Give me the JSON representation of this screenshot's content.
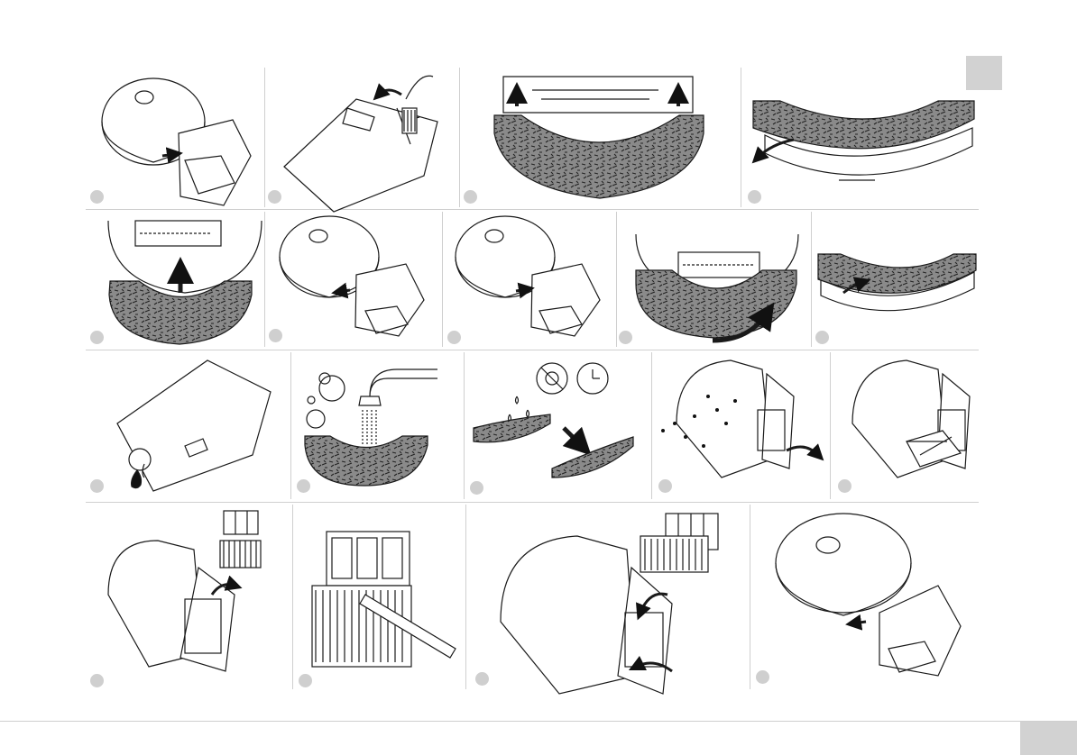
{
  "document": {
    "type": "illustrated instruction sheet",
    "colors": {
      "tab": "#d2d2d2",
      "rule": "#cfcfcf",
      "ink": "#1a1a1a",
      "mop": "#8a8a8a"
    },
    "rows": [
      {
        "panels": [
          "remove-dustbin",
          "brush-clean-dustbin",
          "lift-mop-bracket",
          "detach-mop-tilt"
        ]
      },
      {
        "panels": [
          "attach-mop-underside",
          "insert-dustbin",
          "remove-dustbin-again",
          "rotate-mop-on",
          "mop-installed"
        ]
      },
      {
        "panels": [
          "empty-water-tank",
          "rinse-mop",
          "dry-mop-sun-time",
          "shake-filter-debris",
          "wipe-filter-cloth"
        ]
      },
      {
        "panels": [
          "remove-filter",
          "clean-filter-brush",
          "reinstall-filter",
          "reinsert-dustbin"
        ]
      }
    ]
  }
}
